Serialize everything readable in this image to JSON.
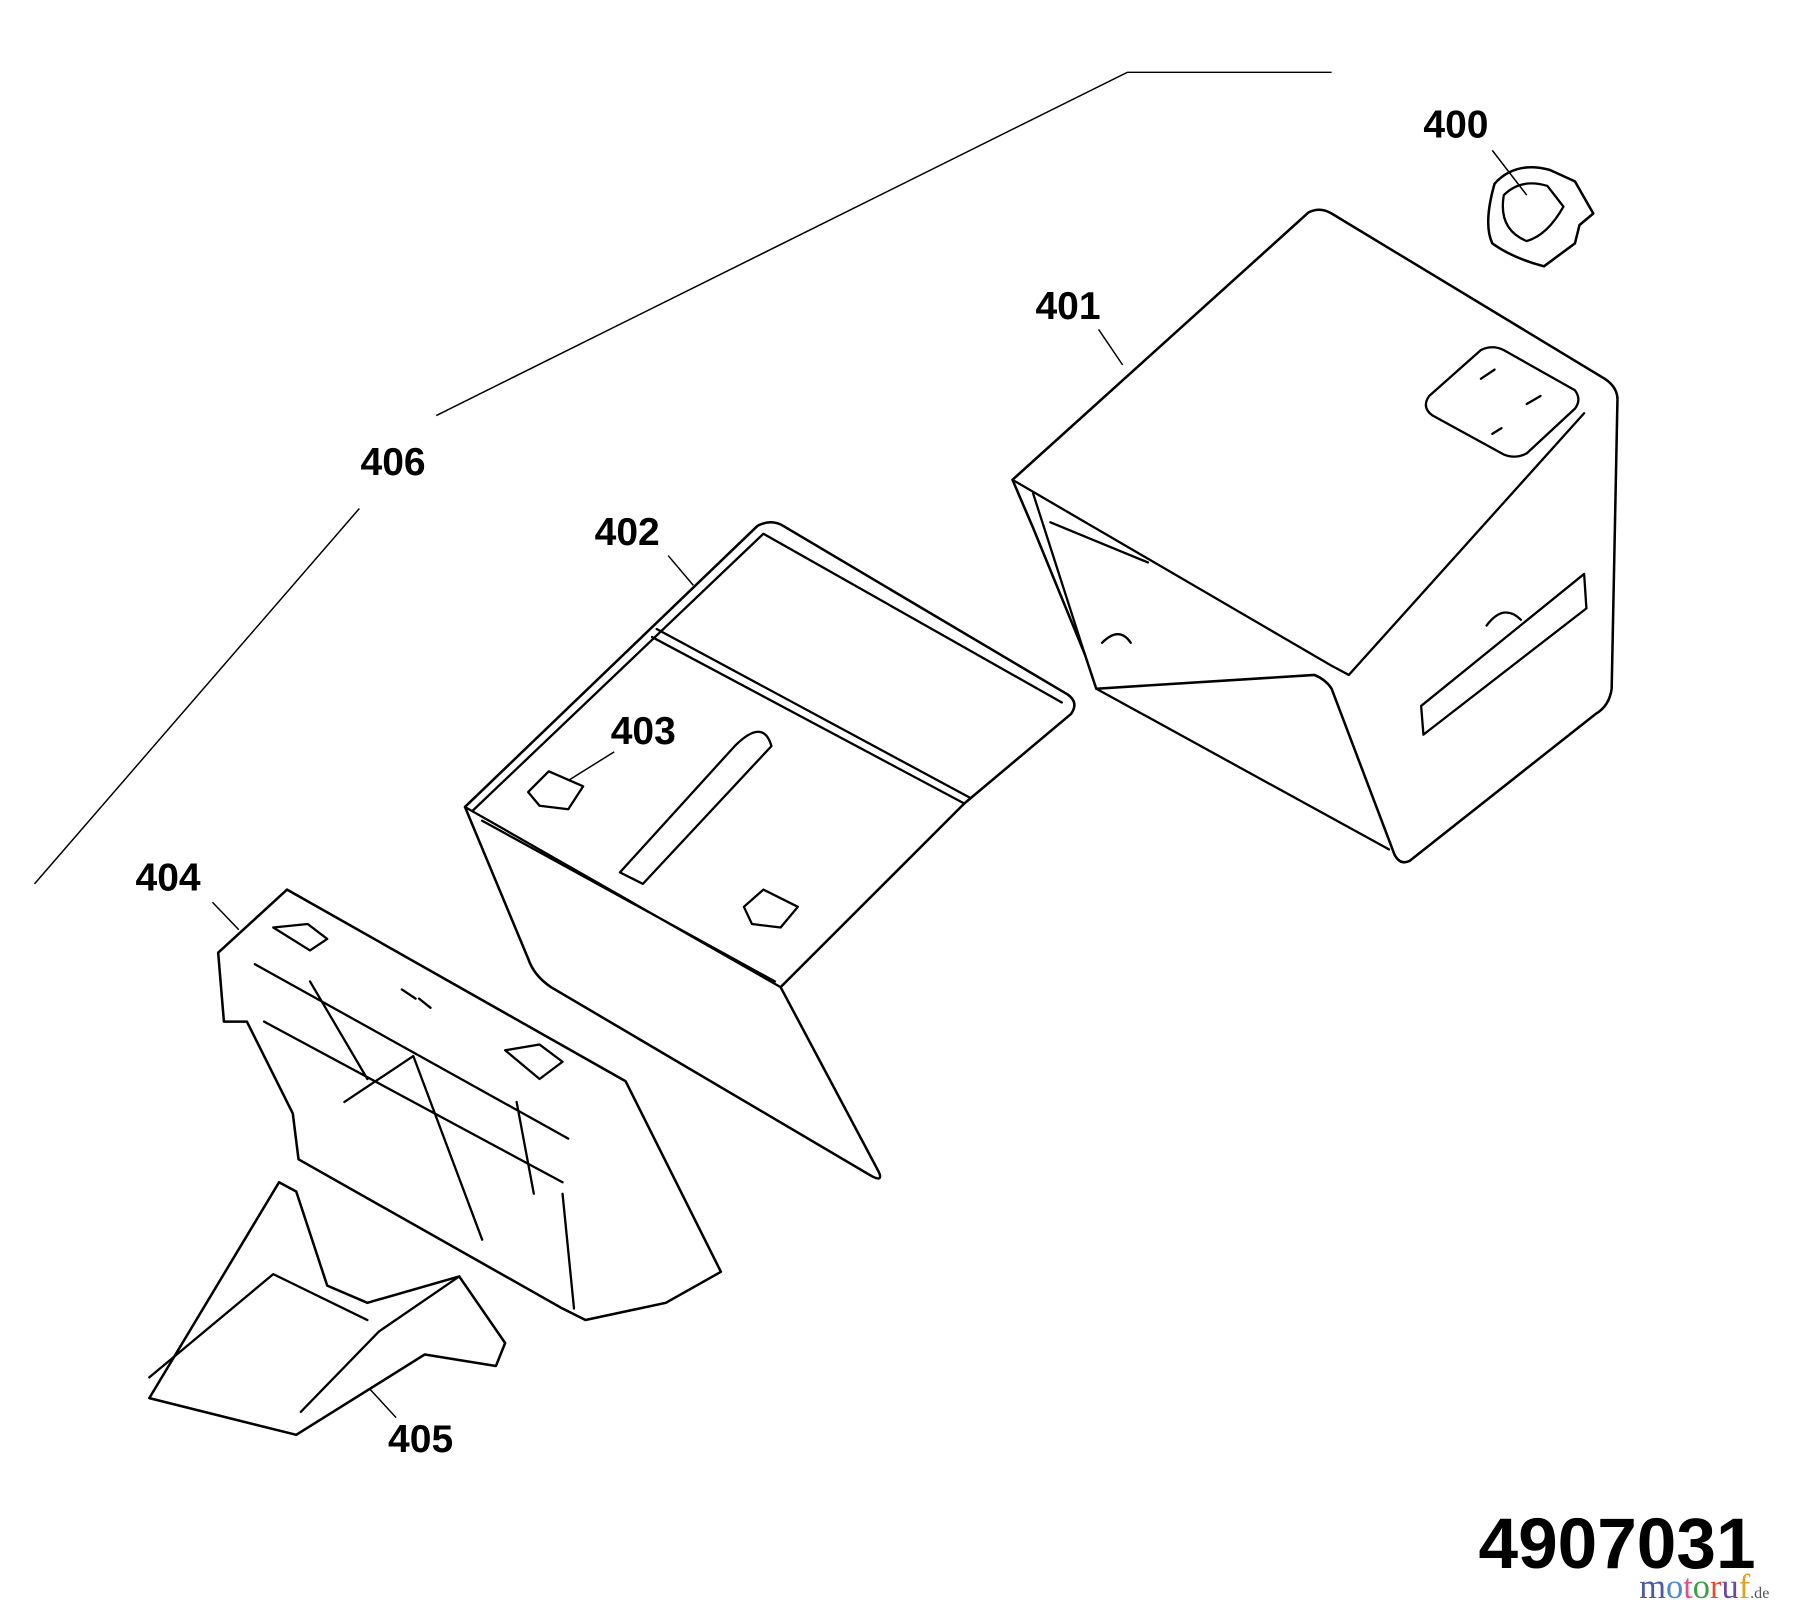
{
  "diagram": {
    "drawing_number": "4907031",
    "watermark": {
      "letters": [
        "m",
        "o",
        "t",
        "o",
        "r",
        "u",
        "f"
      ],
      "suffix": ".de",
      "colors": [
        "#4a5aa8",
        "#4a8ad0",
        "#e0508a",
        "#3aa040",
        "#e05030",
        "#6a4aa0",
        "#e0a020"
      ]
    },
    "parts": [
      {
        "id": "400",
        "label": "400"
      },
      {
        "id": "401",
        "label": "401"
      },
      {
        "id": "402",
        "label": "402"
      },
      {
        "id": "403",
        "label": "403"
      },
      {
        "id": "404",
        "label": "404"
      },
      {
        "id": "405",
        "label": "405"
      },
      {
        "id": "406",
        "label": "406"
      }
    ]
  }
}
